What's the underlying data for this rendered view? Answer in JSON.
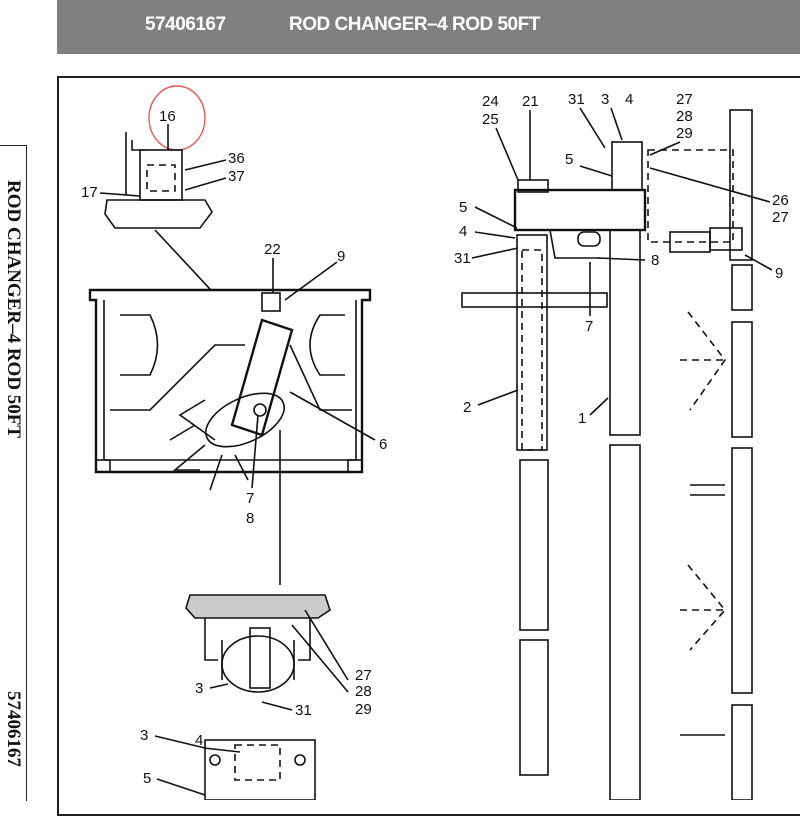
{
  "header": {
    "part_number": "57406167",
    "title": "ROD CHANGER–4 ROD 50FT"
  },
  "side_tab": {
    "title": "ROD CHANGER–4 ROD 50FT",
    "part_number": "57406167"
  },
  "highlight_color": "#e05a5a",
  "callouts": {
    "left": [
      "16",
      "36",
      "37",
      "17",
      "22",
      "9",
      "6",
      "7",
      "8",
      "27",
      "28",
      "29",
      "3",
      "31",
      "4",
      "3",
      "5"
    ],
    "right": [
      "24",
      "25",
      "21",
      "31",
      "3",
      "4",
      "27",
      "28",
      "29",
      "5",
      "26",
      "27",
      "5",
      "4",
      "31",
      "8",
      "9",
      "7",
      "2",
      "1"
    ]
  }
}
